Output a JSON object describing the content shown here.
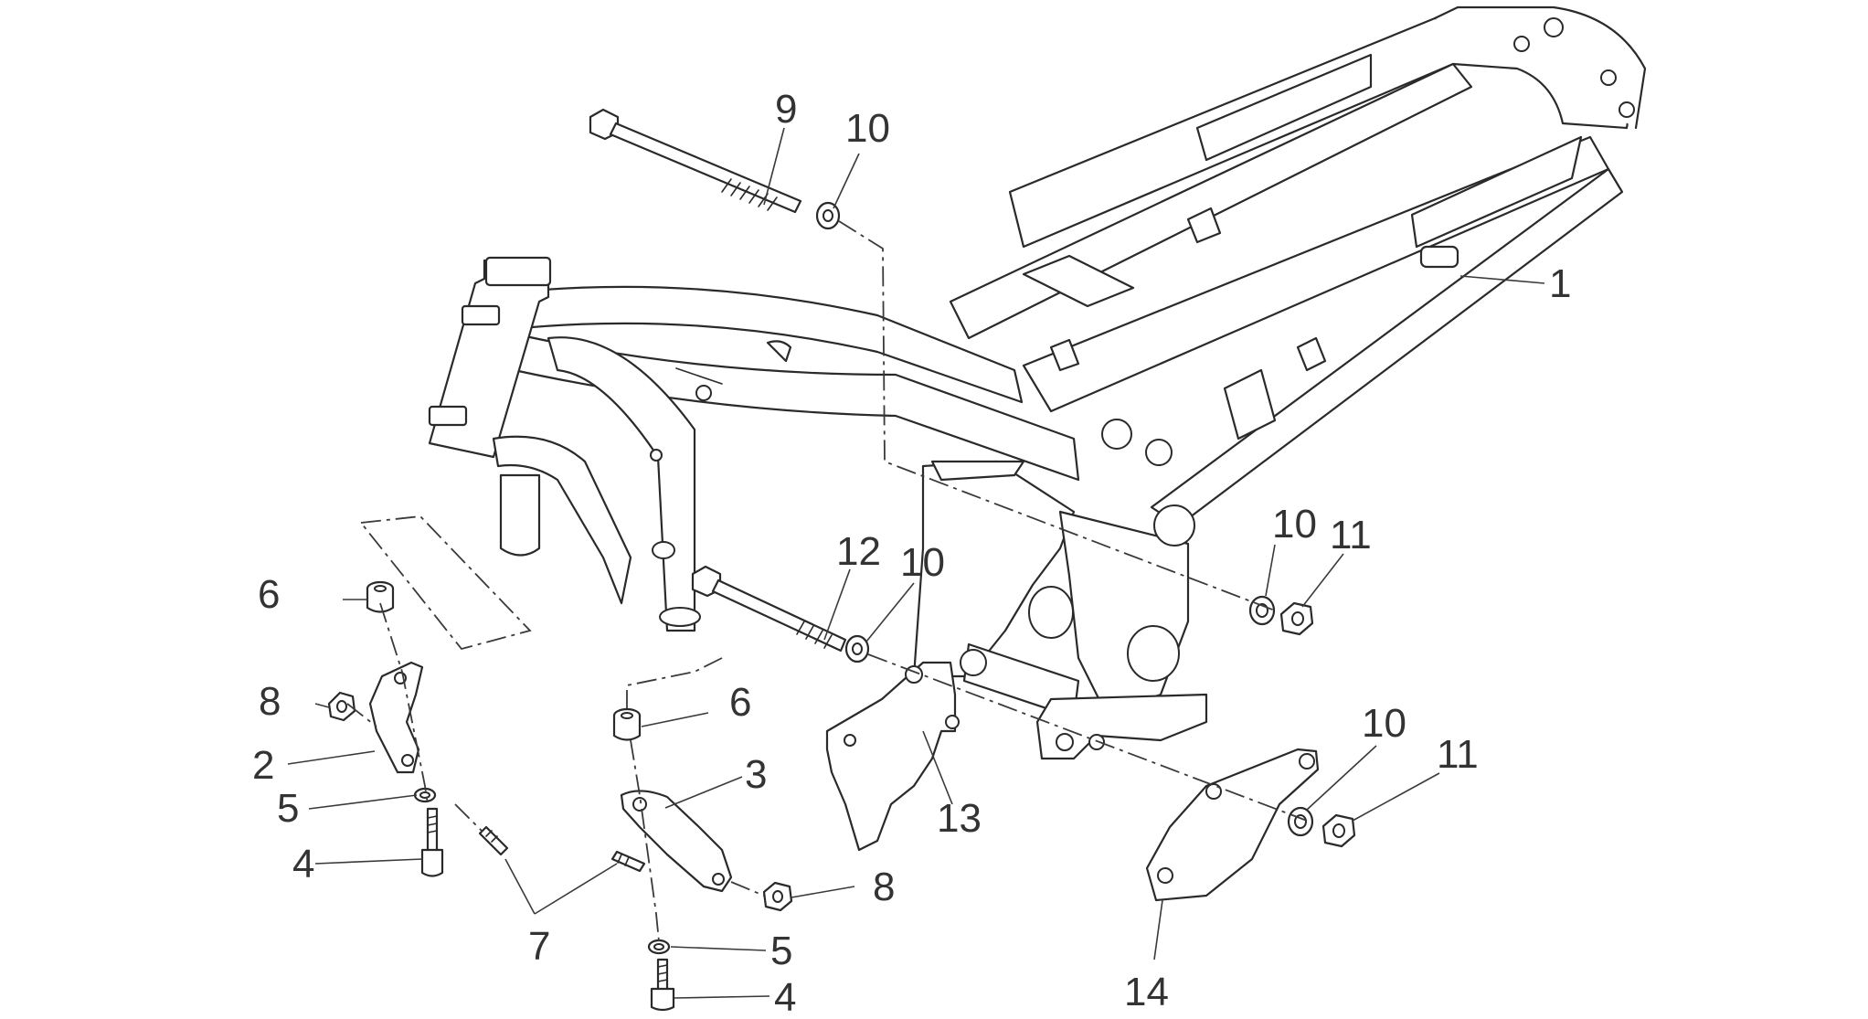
{
  "diagram": {
    "callouts": [
      {
        "id": "c1",
        "text": "1"
      },
      {
        "id": "c2",
        "text": "2"
      },
      {
        "id": "c3",
        "text": "3"
      },
      {
        "id": "c4a",
        "text": "4"
      },
      {
        "id": "c4b",
        "text": "4"
      },
      {
        "id": "c5a",
        "text": "5"
      },
      {
        "id": "c5b",
        "text": "5"
      },
      {
        "id": "c6a",
        "text": "6"
      },
      {
        "id": "c6b",
        "text": "6"
      },
      {
        "id": "c7",
        "text": "7"
      },
      {
        "id": "c8a",
        "text": "8"
      },
      {
        "id": "c8b",
        "text": "8"
      },
      {
        "id": "c9",
        "text": "9"
      },
      {
        "id": "c10a",
        "text": "10"
      },
      {
        "id": "c10b",
        "text": "10"
      },
      {
        "id": "c10c",
        "text": "10"
      },
      {
        "id": "c10d",
        "text": "10"
      },
      {
        "id": "c11a",
        "text": "11"
      },
      {
        "id": "c11b",
        "text": "11"
      },
      {
        "id": "c12",
        "text": "12"
      },
      {
        "id": "c13",
        "text": "13"
      },
      {
        "id": "c14",
        "text": "14"
      }
    ]
  }
}
